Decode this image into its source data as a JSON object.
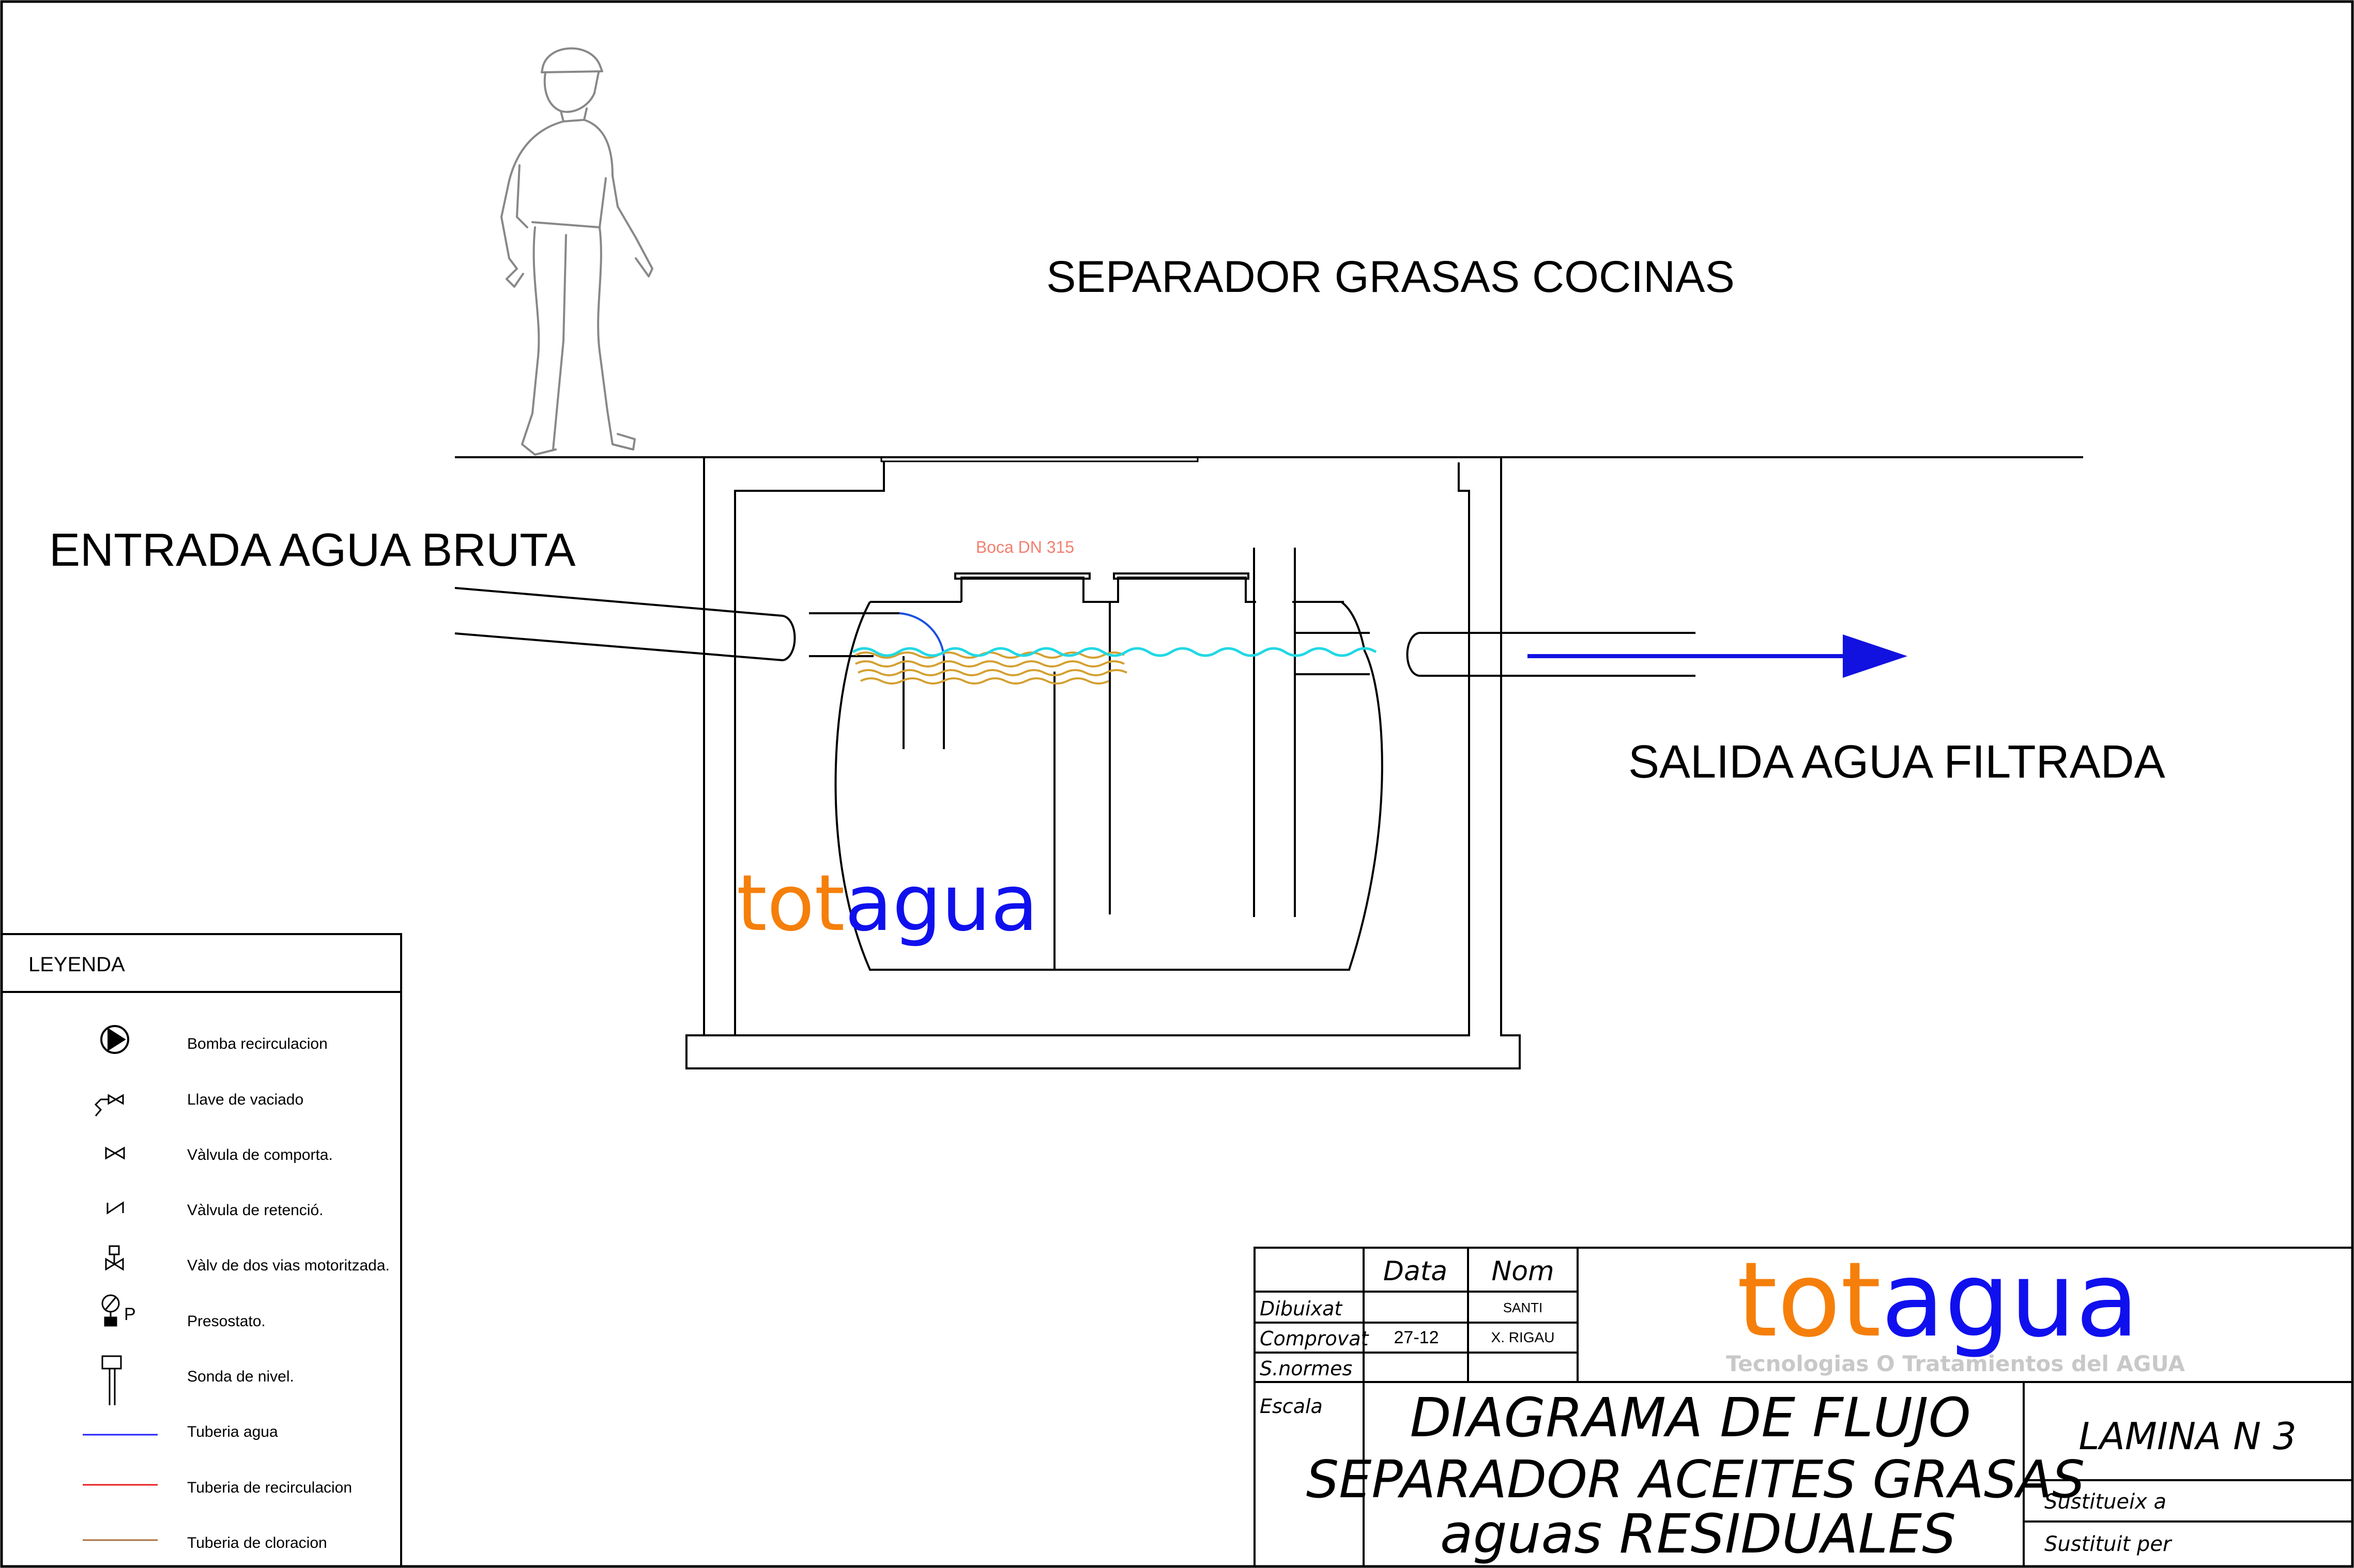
{
  "diagram": {
    "title": "SEPARADOR GRASAS COCINAS",
    "inlet_label": "ENTRADA AGUA BRUTA",
    "outlet_label": "SALIDA AGUA FILTRADA",
    "manhole_label": "Boca DN 315",
    "watermark": {
      "part1": "tot",
      "part2": "agua"
    }
  },
  "legend": {
    "title": "LEYENDA",
    "items": [
      {
        "icon": "pump-icon",
        "label": "Bomba recirculacion"
      },
      {
        "icon": "drain-valve-icon",
        "label": "Llave  de vaciado"
      },
      {
        "icon": "gate-valve-icon",
        "label": "Vàlvula de comporta."
      },
      {
        "icon": "check-valve-icon",
        "label": "Vàlvula de retenció."
      },
      {
        "icon": "motorized-valve-icon",
        "label": "Vàlv de dos vias motoritzada."
      },
      {
        "icon": "pressure-switch-icon",
        "label": "Presostato.",
        "icon_text": "P"
      },
      {
        "icon": "level-probe-icon",
        "label": "Sonda de nivel."
      },
      {
        "icon": "water-pipe-icon",
        "label": "Tuberia agua"
      },
      {
        "icon": "recirculation-pipe-icon",
        "label": "Tuberia de recirculacion"
      },
      {
        "icon": "chlorination-pipe-icon",
        "label": "Tuberia de cloracion"
      }
    ]
  },
  "title_block": {
    "col_data": "Data",
    "col_nom": "Nom",
    "rows": [
      {
        "label": "Dibuixat",
        "data": "",
        "nom": "SANTI"
      },
      {
        "label": "Comprovat",
        "data": "27-12",
        "nom": "X.  RIGAU"
      },
      {
        "label": "S.normes",
        "data": "",
        "nom": ""
      }
    ],
    "escala_label": "Escala",
    "drawing_title": [
      "DIAGRAMA  DE  FLUJO",
      "SEPARADOR  ACEITES  GRASAS",
      "aguas  RESIDUALES"
    ],
    "sheet_label": "LAMINA  N  3",
    "replaces_label": "Sustitueix  a",
    "replaced_by_label": "Sustituit  per",
    "brand": {
      "part1": "tot",
      "part2": "agua",
      "tagline": "Tecnologias O Tratamientos del AGUA"
    }
  },
  "colors": {
    "brand_orange": "#f57f0a",
    "brand_blue": "#1010ee",
    "water_cyan": "#22d8e4",
    "grease_gold": "#d4a030",
    "flow_arrow": "#1212e0",
    "manhole_text": "#f08070",
    "tagline_gray": "#c8c8c8",
    "legend_water": "#2020ff",
    "legend_recirc": "#e82020",
    "legend_chlor": "#a87040"
  }
}
